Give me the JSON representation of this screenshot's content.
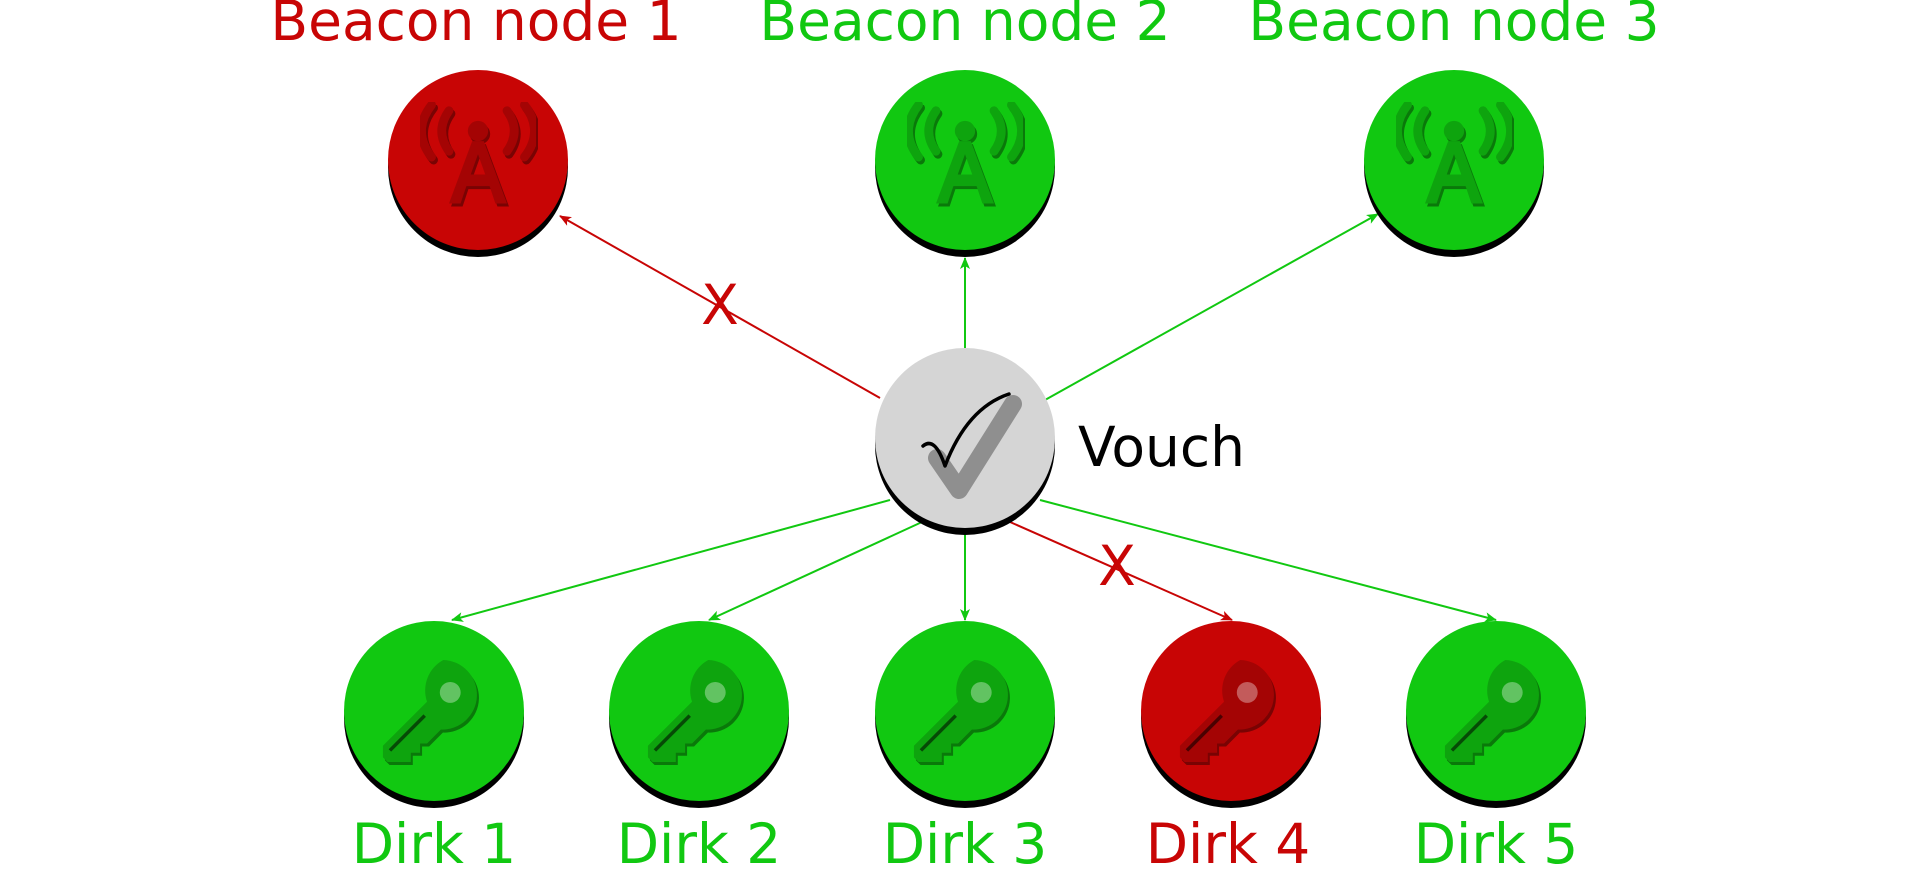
{
  "colors": {
    "ok": "#11c811",
    "fail": "#c80505",
    "center": "#d5d5d5"
  },
  "center": {
    "label": "Vouch",
    "icon": "checkmark-icon"
  },
  "beacons": [
    {
      "label": "Beacon node 1",
      "status": "fail",
      "icon": "antenna-icon"
    },
    {
      "label": "Beacon node 2",
      "status": "ok",
      "icon": "antenna-icon"
    },
    {
      "label": "Beacon node 3",
      "status": "ok",
      "icon": "antenna-icon"
    }
  ],
  "dirks": [
    {
      "label": "Dirk 1",
      "status": "ok",
      "icon": "key-icon"
    },
    {
      "label": "Dirk 2",
      "status": "ok",
      "icon": "key-icon"
    },
    {
      "label": "Dirk 3",
      "status": "ok",
      "icon": "key-icon"
    },
    {
      "label": "Dirk 4",
      "status": "fail",
      "icon": "key-icon"
    },
    {
      "label": "Dirk 5",
      "status": "ok",
      "icon": "key-icon"
    }
  ],
  "failure_mark": "X"
}
